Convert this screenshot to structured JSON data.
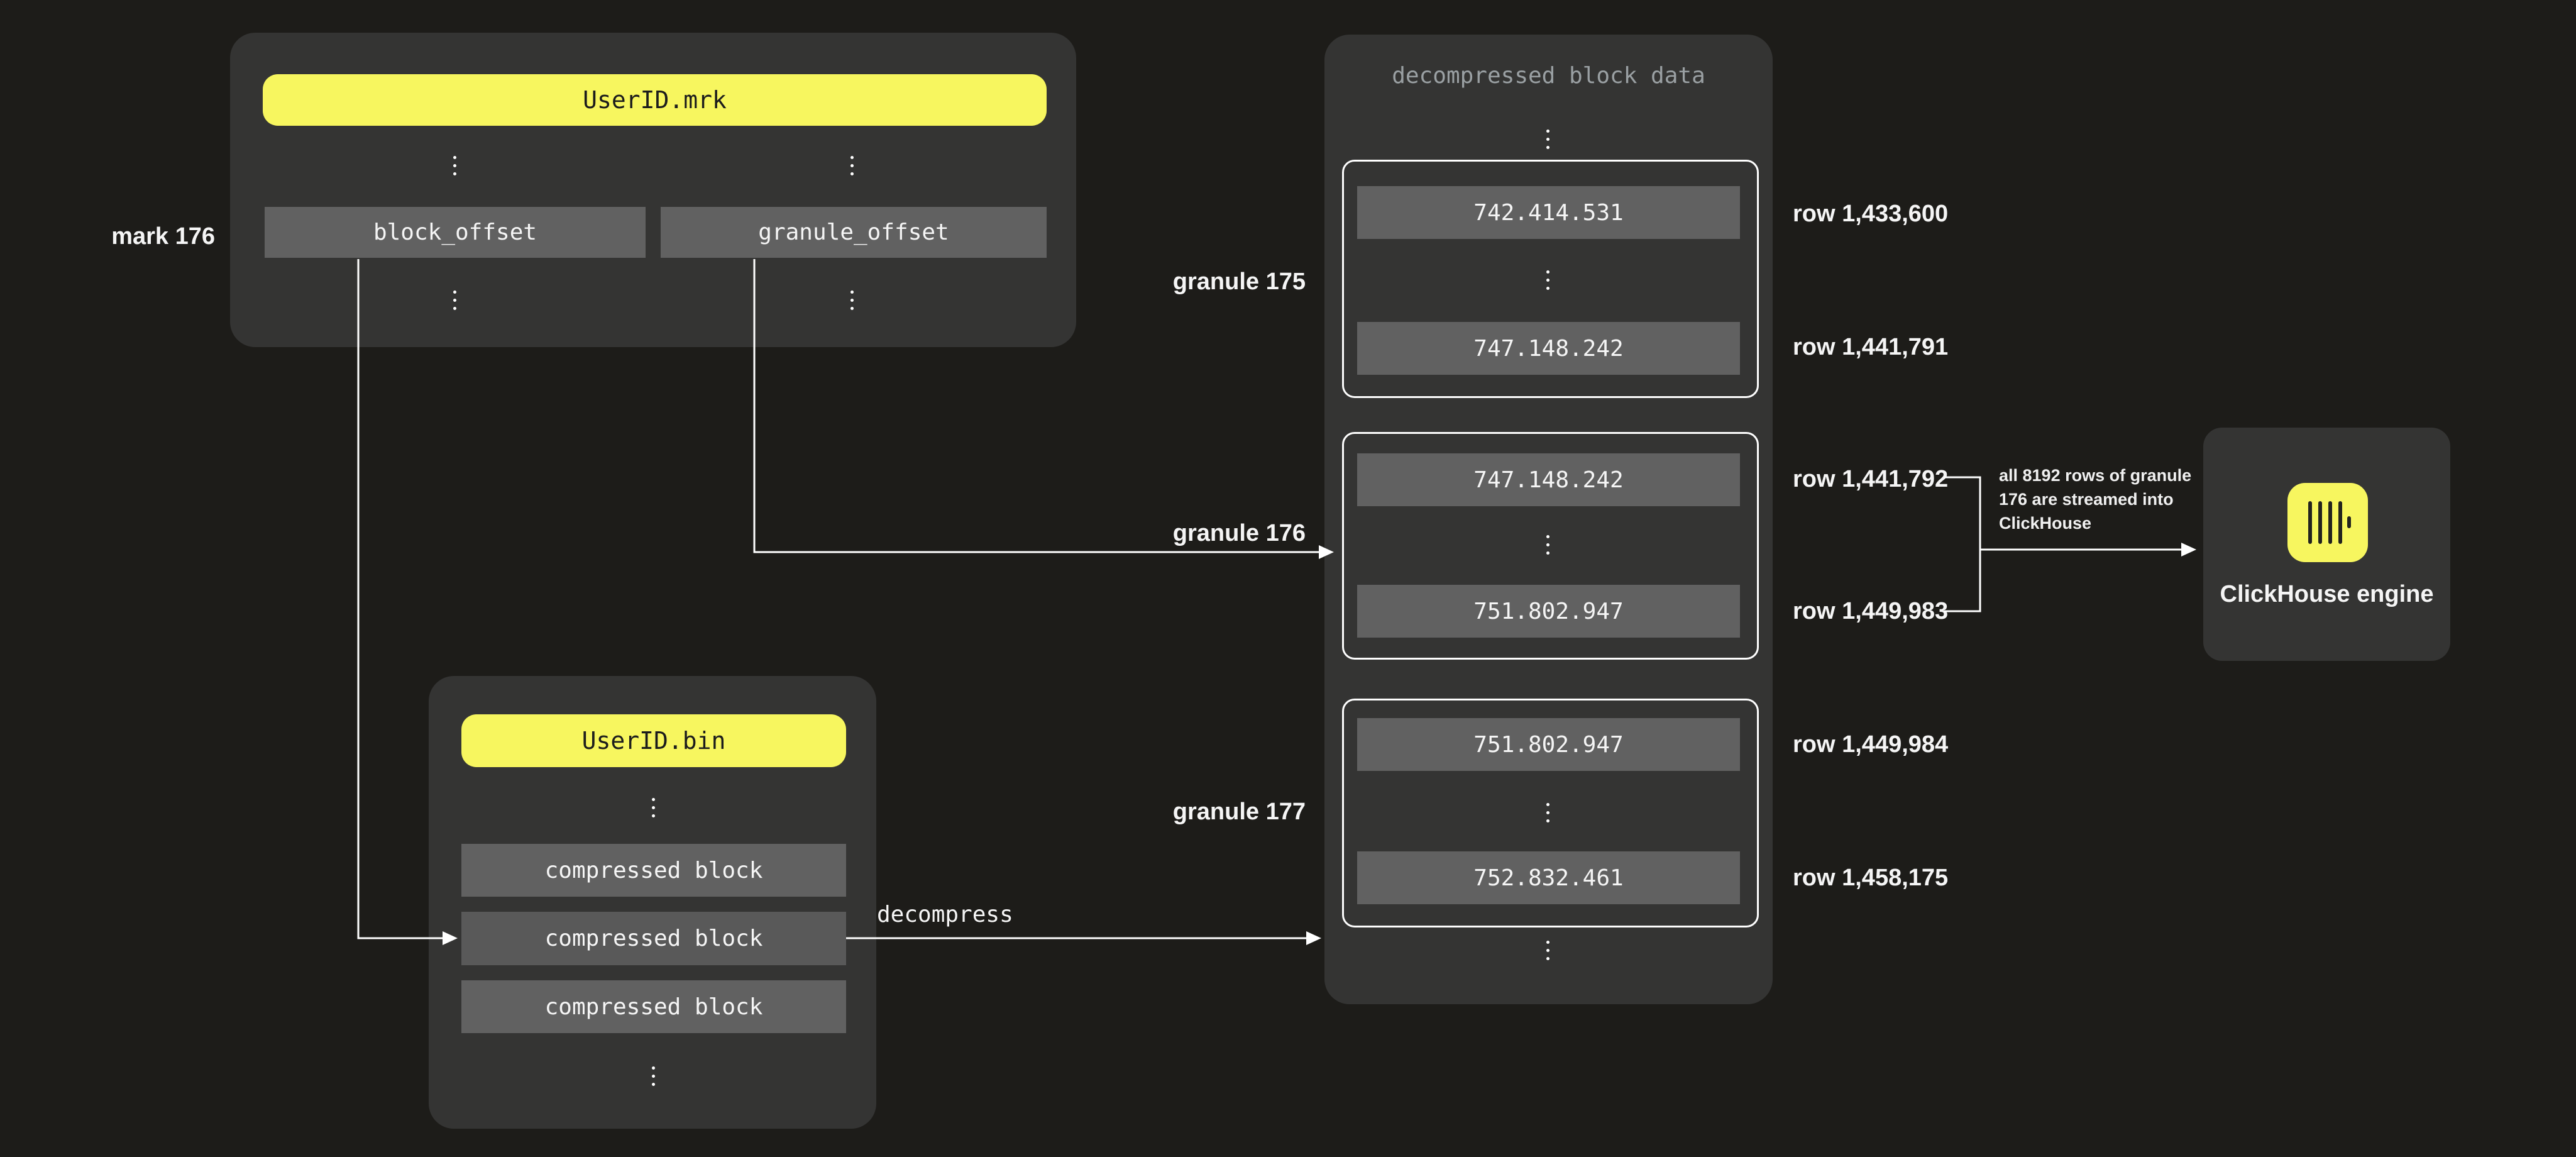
{
  "mrk_file": {
    "title": "UserID.mrk",
    "fields": [
      "block_offset",
      "granule_offset"
    ]
  },
  "mark_label": "mark 176",
  "bin_file": {
    "title": "UserID.bin",
    "block_label": "compressed block"
  },
  "decompress_label": "decompress",
  "decompressed": {
    "title": "decompressed block data",
    "granules": [
      {
        "label": "granule 175",
        "start_value": "742.414.531",
        "end_value": "747.148.242",
        "start_row": "row 1,433,600",
        "end_row": "row 1,441,791"
      },
      {
        "label": "granule 176",
        "start_value": "747.148.242",
        "end_value": "751.802.947",
        "start_row": "row 1,441,792",
        "end_row": "row 1,449,983"
      },
      {
        "label": "granule 177",
        "start_value": "751.802.947",
        "end_value": "752.832.461",
        "start_row": "row 1,449,984",
        "end_row": "row 1,458,175"
      }
    ]
  },
  "annotation": "all 8192 rows of granule\n176 are streamed into\nClickHouse",
  "engine": {
    "label": "ClickHouse engine",
    "icon": "clickhouse-logo-icon"
  },
  "colors": {
    "background": "#1d1c19",
    "panel": "#343433",
    "cell_gray": "#616161",
    "accent_yellow": "#f7f65f",
    "muted_text": "#9aa0a3",
    "line_white": "#ffffff"
  }
}
